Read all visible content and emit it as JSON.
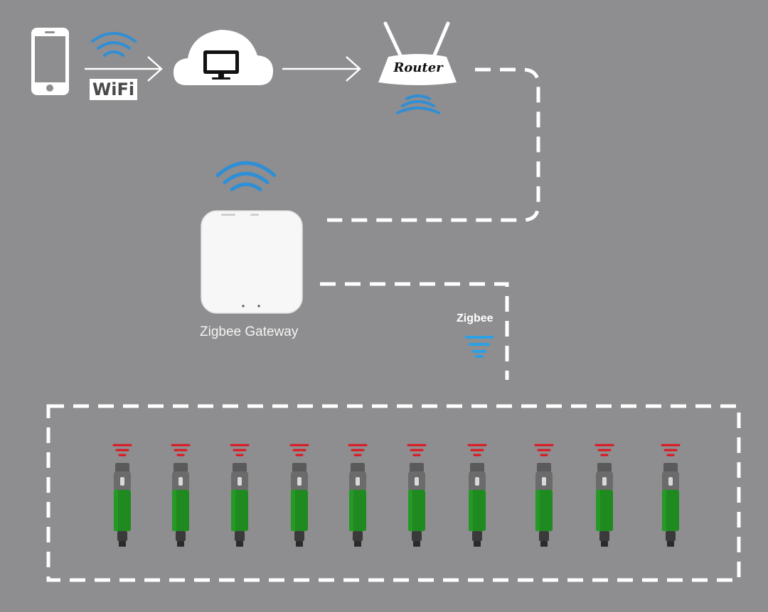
{
  "labels": {
    "wifi": "WiFi",
    "router": "Router",
    "gateway": "Zigbee Gateway",
    "zigbee": "Zigbee"
  },
  "device_count": 10,
  "colors": {
    "background": "#8e8d8f",
    "wifi_signal": "#2f8fd6",
    "zigbee_signal": "#2aa0e6",
    "device_signal": "#e0141e",
    "valve_body": "#1f8a1f",
    "dashed_line": "#ffffff"
  },
  "icons": [
    "smartphone-icon",
    "wifi-signal-icon",
    "cloud-monitor-icon",
    "router-icon",
    "zigbee-gateway-icon",
    "water-valve-icon"
  ]
}
